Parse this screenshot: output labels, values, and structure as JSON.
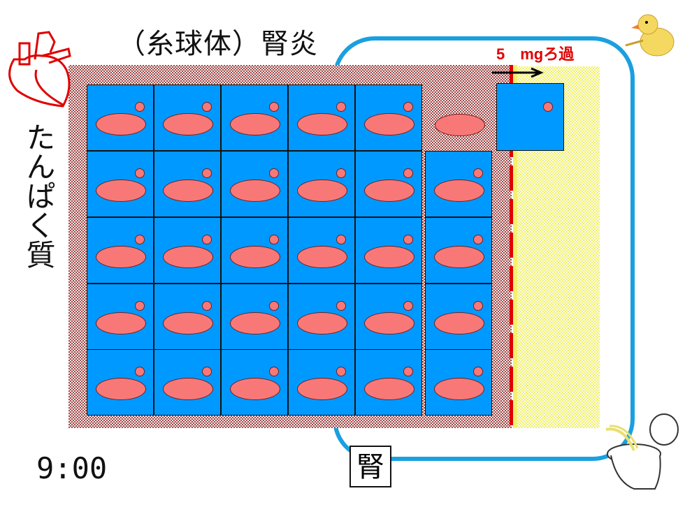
{
  "title": "（糸球体）腎炎",
  "protein_label": "たんぱく質",
  "time": "9:00",
  "filtration_label": "5　mgろ過",
  "kidney_label": "腎",
  "grid": {
    "rows": [
      5,
      6,
      6,
      6,
      6
    ],
    "loose_protein_in_row1": true,
    "filtered_cells": 1
  },
  "colors": {
    "cell": "#0099ff",
    "protein": "#f87878",
    "membrane": "#e00000",
    "kidney_outline": "#1aa0e0",
    "filtration_text": "#e00000"
  },
  "icons": [
    "heart-icon",
    "duck-icon",
    "toilet-icon",
    "arrow-right-icon"
  ]
}
